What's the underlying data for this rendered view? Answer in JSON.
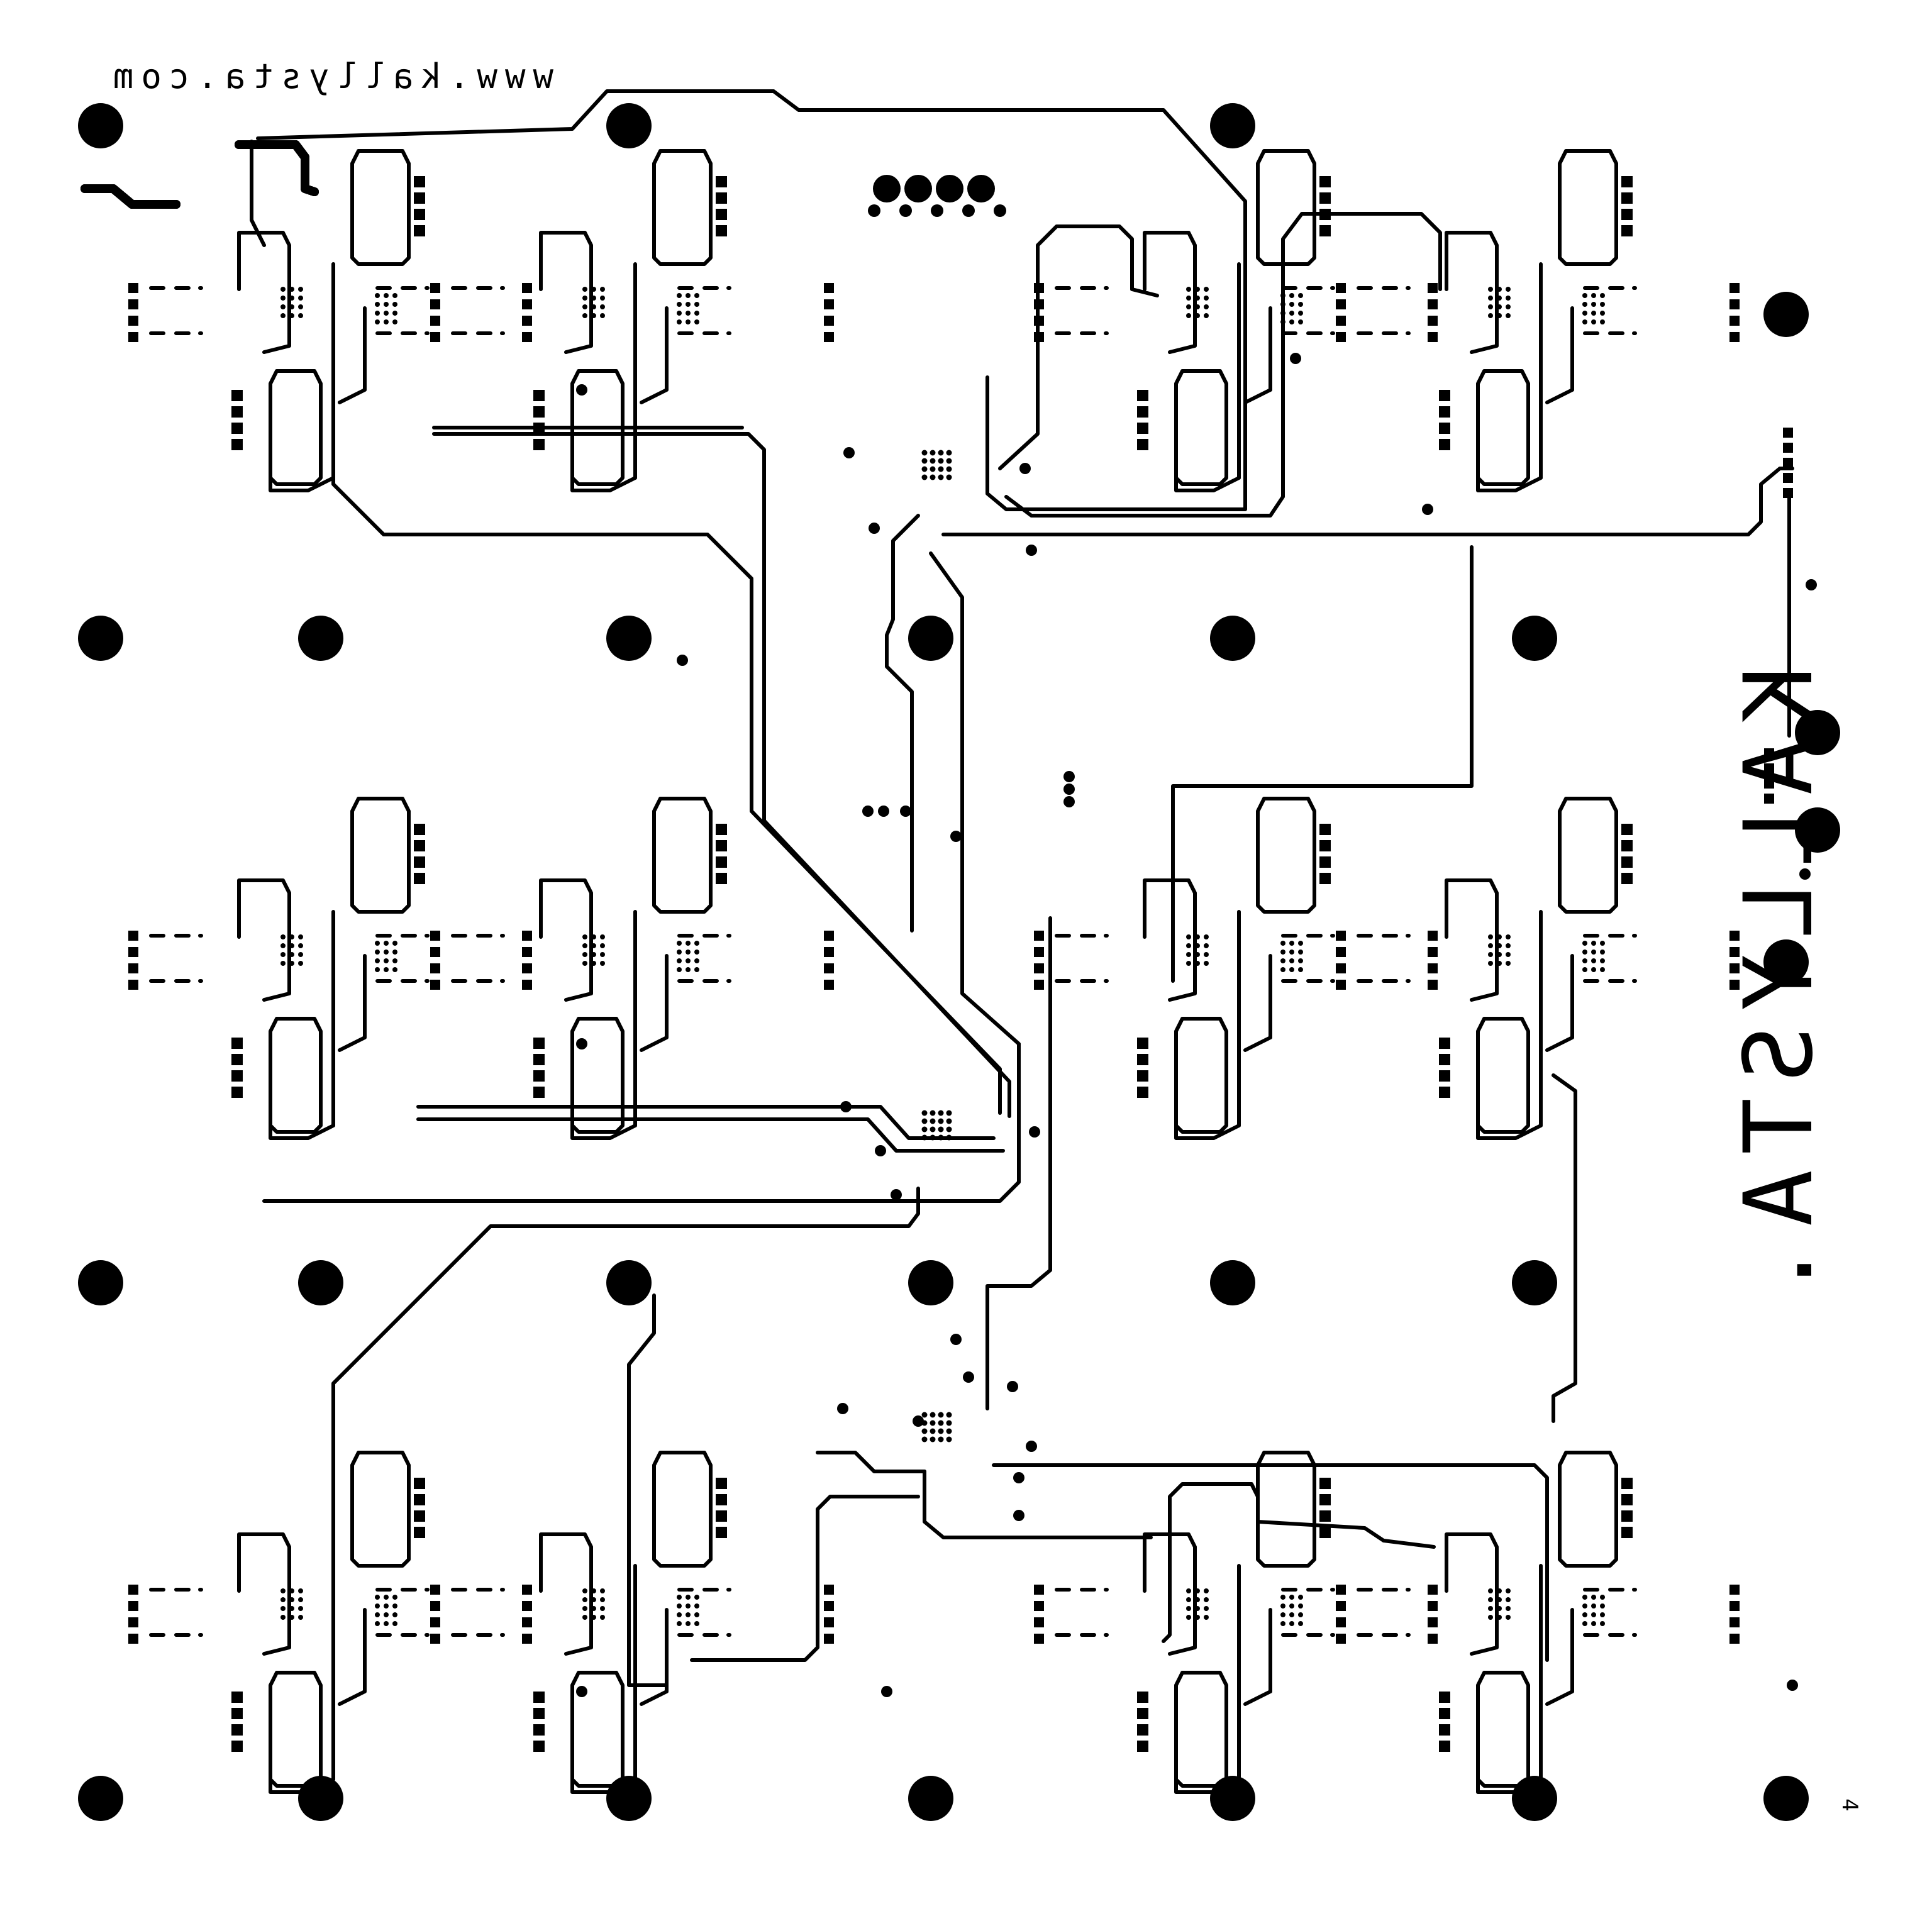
{
  "board": {
    "url_text": "www.kallysta.com",
    "brand_text": "KALLYSTA.",
    "layer_mark": "4",
    "colors": {
      "copper": "#000000",
      "substrate": "#ffffff"
    }
  }
}
